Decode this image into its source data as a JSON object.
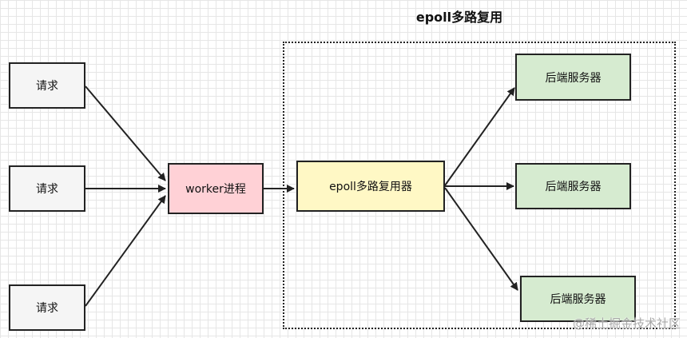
{
  "title": "epoll多路复用",
  "nodes": {
    "request_1": "请求",
    "request_2": "请求",
    "request_3": "请求",
    "worker": "worker进程",
    "epoll": "epoll多路复用器",
    "backend_1": "后端服务器",
    "backend_2": "后端服务器",
    "backend_3": "后端服务器"
  },
  "colors": {
    "request_fill": "#f5f5f5",
    "worker_fill": "#ffd1d6",
    "epoll_fill": "#fff8c5",
    "backend_fill": "#d6ebd0",
    "stroke": "#222222"
  },
  "watermark": "@稀土掘金技术社区"
}
